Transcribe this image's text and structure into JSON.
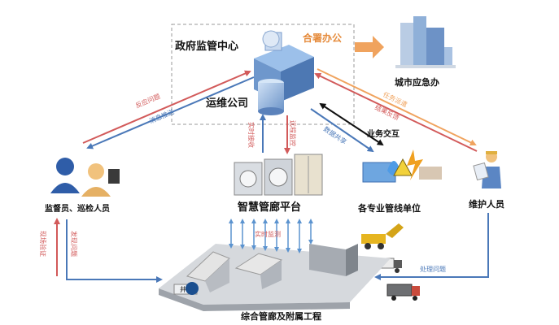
{
  "diagram": {
    "nodes": {
      "gov_center": "政府监管中心",
      "co_office": "合署办公",
      "om_company": "运维公司",
      "city_emergency": "城市应急办",
      "inspectors": "监督员、巡检人员",
      "platform": "智慧管廊平台",
      "pipeline_units": "各专业管线单位",
      "maintenance": "维护人员",
      "utility_tunnel": "综合管廊及附属工程"
    },
    "edges": {
      "feedback_issue": "反应问题",
      "info_push": "消息推送",
      "task_dispatch": "任务派遣",
      "result_feedback": "结果反馈",
      "business_interaction": "业务交互",
      "data_sharing": "数据共享",
      "realtime_receive": "实时接收",
      "remote_control": "远程监控",
      "realtime_monitor": "实时监测",
      "field_verify": "现场验证",
      "find_issue": "发现问题",
      "handle_issue": "处理问题",
      "well": "井"
    },
    "colors": {
      "blue": "#4a78b8",
      "red": "#d25a5a",
      "orange": "#f0a35e",
      "black": "#111111",
      "dash": "#999999",
      "tunnel_blue": "#5b93cf"
    }
  }
}
